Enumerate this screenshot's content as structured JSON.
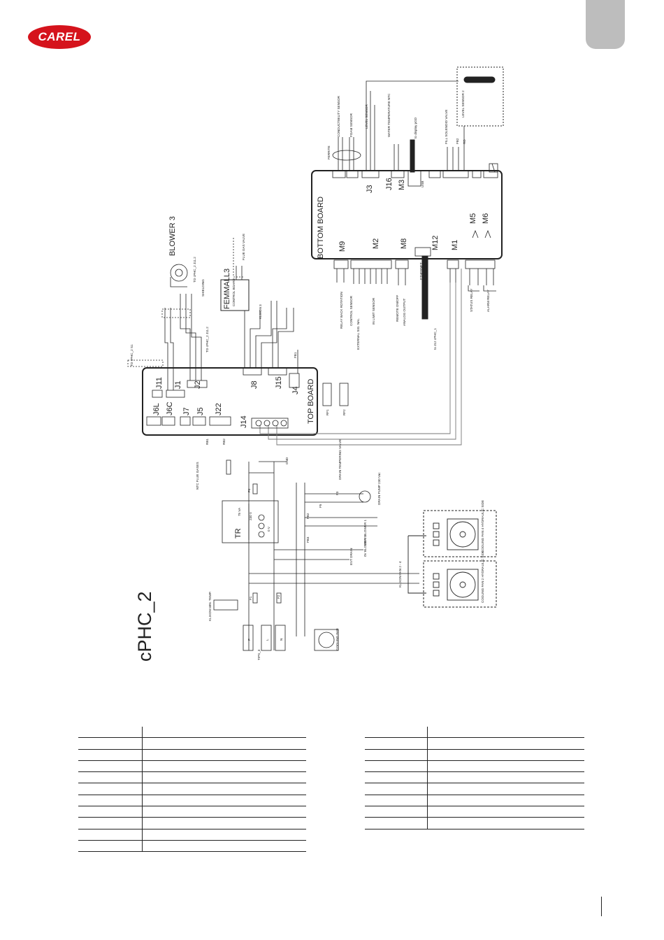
{
  "brand": {
    "logo_text": "CAREL",
    "logo_color": "#d5131c"
  },
  "diagram": {
    "title": "cPHC_2",
    "bottom_board": {
      "label": "BOTTOM BOARD",
      "connectors": [
        "M9",
        "M2",
        "M8",
        "M12",
        "M1",
        "M5",
        "M6",
        "J3",
        "J16",
        "M3"
      ],
      "usb": "USB",
      "left_labels": [
        "RELAY BACK ROTATION",
        "CONTROL SENSOR",
        "EXTERNAL SIG. NAL",
        "IN LIMIT SENSOR",
        "REMOTE ON/OFF",
        "ANALOG OUTPUT",
        "ETHERNET",
        "to J12 cPHC_1",
        "STATUS RELAY",
        "ALARM RELAY"
      ],
      "top_labels": [
        "FERRITE",
        "CONDUCTIBILITY SENSOR",
        "FOAM SENSOR",
        "LEVEL SENSOR",
        "WATER TEMPERATURE NTC",
        "to display pGD",
        "FILL SOLENOID VALVE",
        "LEVEL SENSOR 2",
        "FB2",
        "RD"
      ]
    },
    "top_board": {
      "label": "TOP BOARD",
      "connectors": [
        "J11",
        "J1",
        "J2",
        "J8",
        "J15",
        "J4",
        "J6L",
        "J6C",
        "J7",
        "J5",
        "J22",
        "J14"
      ],
      "fuse_labels": [
        "RF1",
        "RF2",
        "FB1",
        "RB1",
        "RB2"
      ],
      "labels": [
        "BLOWER 3",
        "FEMMALL3",
        "CONTROL BOARD",
        "SHIELDING",
        "TO cPHC_2 J11.2",
        "TO cPHC_2 J11.2",
        "FLUE GAS VALVE",
        "KLIXON 3",
        "TO cPHC_2 S1",
        "NTC FLUE GASES"
      ]
    },
    "power": {
      "labels": [
        "TR",
        "75 VA",
        "230 V",
        "0 V",
        "KLIXON MIN. TEMP.",
        "TIPS_3",
        "COOLING FAN",
        "DRAIN PUMP 230 Vac",
        "DRAIN TEMPERING VALVE",
        "230 V BLOWER 1",
        "0V BLOWER 1",
        "EVT DRAIN",
        "KLIXON FAN 2 - 4",
        "COOLING FAN 4 HYDRAULIC SIDE",
        "COOLING FAN 2 HYDRAULIC SIDE"
      ],
      "fuses": [
        "F1",
        "F2",
        "F3",
        "F4",
        "F5",
        "FB2",
        "FB3"
      ],
      "terminals": [
        "L",
        "N",
        "F"
      ],
      "gnd": "GND"
    }
  },
  "tables": {
    "left": {
      "rows": 11
    },
    "right": {
      "rows": 9
    }
  }
}
